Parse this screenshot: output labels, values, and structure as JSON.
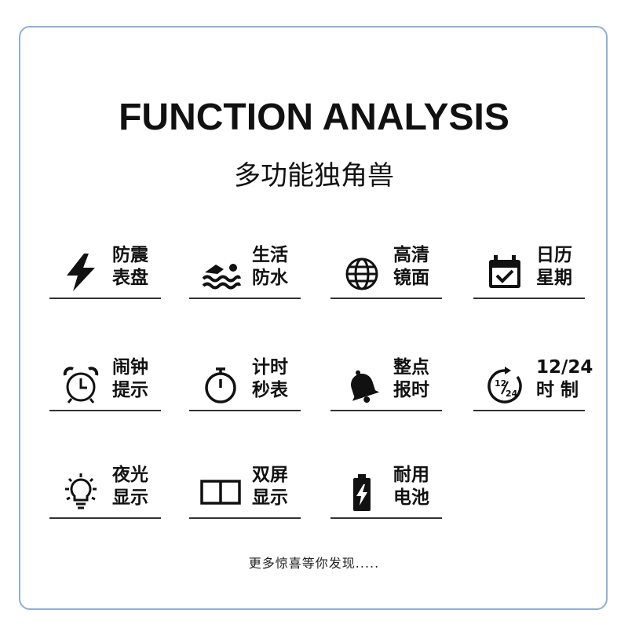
{
  "header": {
    "title": "FUNCTION ANALYSIS",
    "subtitle": "多功能独角兽"
  },
  "features": [
    {
      "line1": "防震",
      "line2": "表盘",
      "icon": "lightning-icon"
    },
    {
      "line1": "生活",
      "line2": "防水",
      "icon": "swimmer-icon"
    },
    {
      "line1": "高清",
      "line2": "镜面",
      "icon": "globe-icon"
    },
    {
      "line1": "日历",
      "line2": "星期",
      "icon": "calendar-icon"
    },
    {
      "line1": "闹钟",
      "line2": "提示",
      "icon": "alarm-clock-icon"
    },
    {
      "line1": "计时",
      "line2": "秒表",
      "icon": "stopwatch-icon"
    },
    {
      "line1": "整点",
      "line2": "报时",
      "icon": "bell-icon"
    },
    {
      "line1": "12/24",
      "line2": "时 制",
      "icon": "clock-12-24-icon"
    },
    {
      "line1": "夜光",
      "line2": "显示",
      "icon": "lightbulb-icon"
    },
    {
      "line1": "双屏",
      "line2": "显示",
      "icon": "dual-screen-icon"
    },
    {
      "line1": "耐用",
      "line2": "电池",
      "icon": "battery-icon"
    }
  ],
  "icon_text": {
    "clock_12": "12",
    "clock_24": "24"
  },
  "footer": {
    "text": "更多惊喜等你发现....."
  },
  "colors": {
    "border": "#8fb0d6",
    "text": "#111111"
  }
}
